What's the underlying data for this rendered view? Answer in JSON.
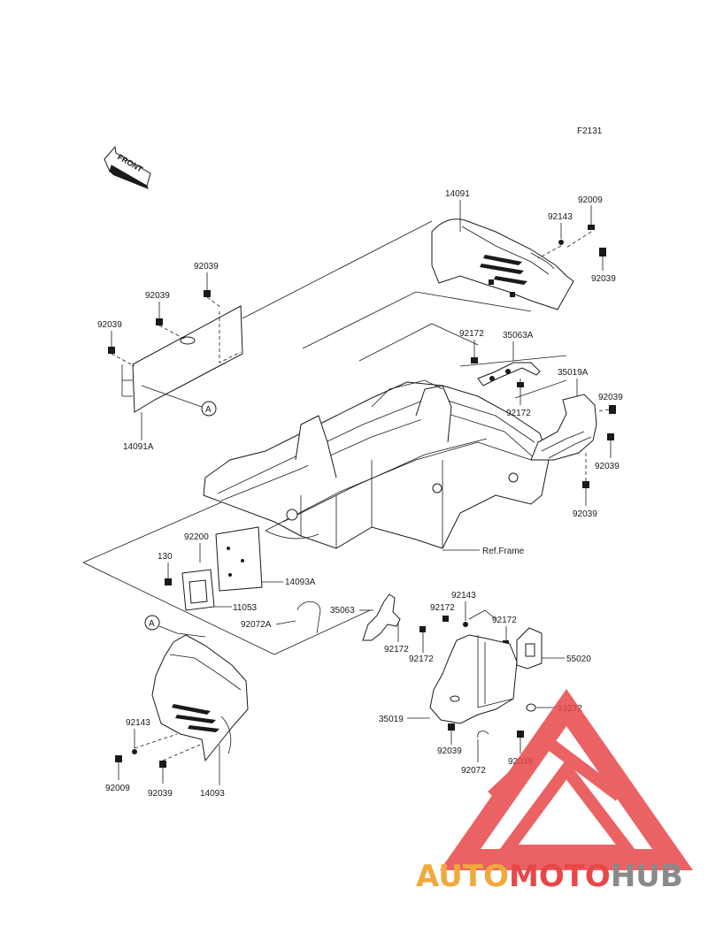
{
  "figure_code": "F2131",
  "front_arrow_text": "FRONT",
  "callout_a": "A",
  "parts": {
    "p14091": "14091",
    "p92009_top": "92009",
    "p92143_top": "92143",
    "p92039_rt": "92039",
    "p92039_a": "92039",
    "p92039_b": "92039",
    "p92039_c": "92039",
    "p14091A": "14091A",
    "p92172_a": "92172",
    "p35063A": "35063A",
    "p92172_b": "92172",
    "p35019A": "35019A",
    "p92039_d": "92039",
    "p92039_e": "92039",
    "p92039_f": "92039",
    "ref_frame": "Ref.Frame",
    "p92200": "92200",
    "p130": "130",
    "p14093A": "14093A",
    "p11053": "11053",
    "p35063": "35063",
    "p92072A": "92072A",
    "p92143_m": "92143",
    "p92172_c": "92172",
    "p92172_d": "92172",
    "p92172_e": "92172",
    "p92172_f": "92172",
    "p55020": "55020",
    "p13272": "13272",
    "p35019": "35019",
    "p92039_g": "92039",
    "p92072": "92072",
    "p92039_h": "92039",
    "p92143_b": "92143",
    "p92009_b": "92009",
    "p92039_i": "92039",
    "p14093": "14093"
  },
  "watermark": {
    "part1": "AUTO",
    "part2": "MOTO",
    "part3": "HUB",
    "color1": "#f2a93b",
    "color2": "#e8474a",
    "color3": "#8a8a8a"
  }
}
